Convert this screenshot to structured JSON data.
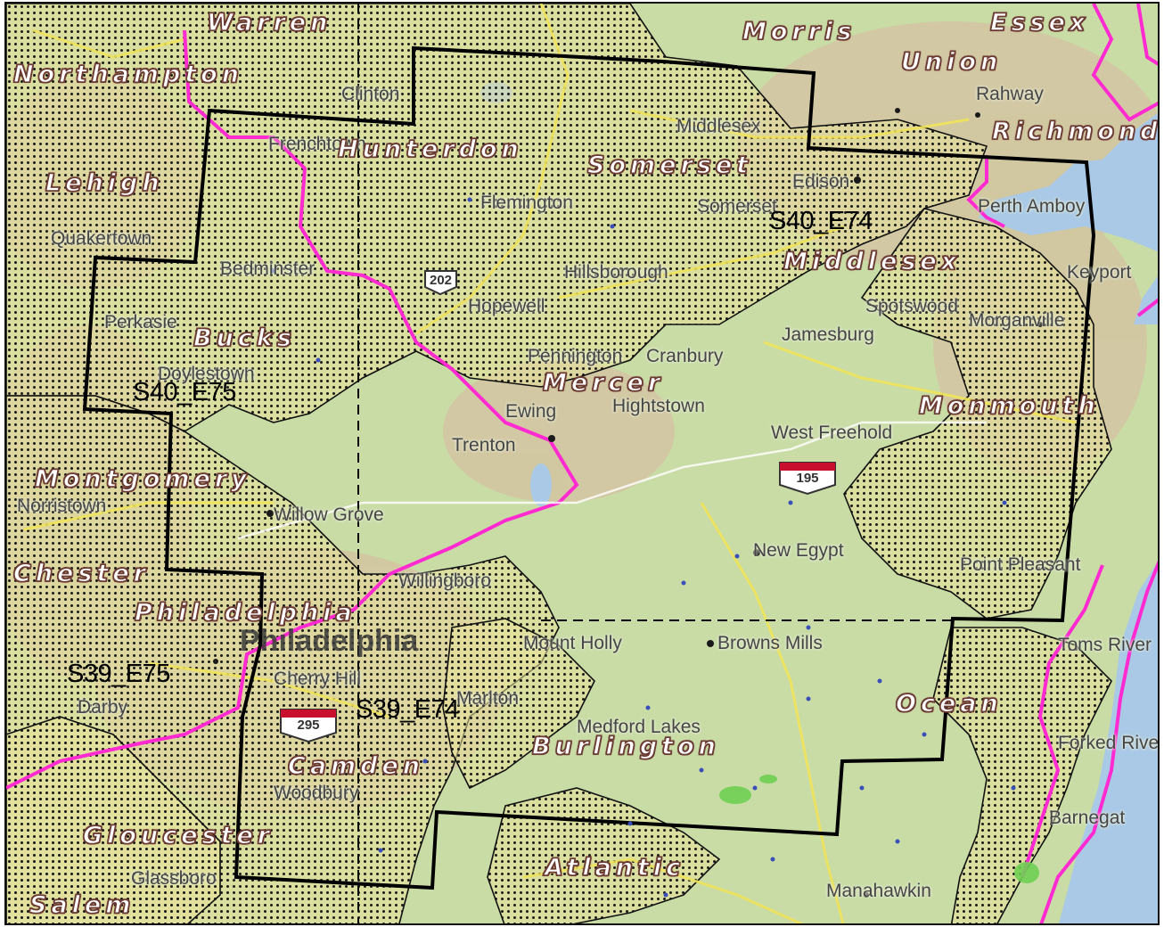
{
  "colors": {
    "land": "#c9dca6",
    "water": "#a9c9e6",
    "urban": "#d8b8a0",
    "dot_fill": "#1a1a1a",
    "county_label_fill": "#ffffff",
    "county_label_outline": "#6b3b33",
    "state_border": "#ff2bd0",
    "tile_boundary": "#000000",
    "highway": "#f0e35a"
  },
  "counties": [
    {
      "name": "Warren"
    },
    {
      "name": "Morris"
    },
    {
      "name": "Essex"
    },
    {
      "name": "Northampton"
    },
    {
      "name": "Union"
    },
    {
      "name": "Richmond"
    },
    {
      "name": "Hunterdon"
    },
    {
      "name": "Somerset"
    },
    {
      "name": "Lehigh"
    },
    {
      "name": "Middlesex"
    },
    {
      "name": "Bucks"
    },
    {
      "name": "Mercer"
    },
    {
      "name": "Monmouth"
    },
    {
      "name": "Montgomery"
    },
    {
      "name": "Chester"
    },
    {
      "name": "Philadelphia"
    },
    {
      "name": "Ocean"
    },
    {
      "name": "Burlington"
    },
    {
      "name": "Camden"
    },
    {
      "name": "Gloucester"
    },
    {
      "name": "Atlantic"
    },
    {
      "name": "Salem"
    }
  ],
  "tiles": [
    {
      "label": "S40_E74"
    },
    {
      "label": "S40_E75"
    },
    {
      "label": "S39_E75"
    },
    {
      "label": "S39_E74"
    }
  ],
  "places": [
    {
      "name": "Clinton"
    },
    {
      "name": "Frenchtown"
    },
    {
      "name": "Flemington"
    },
    {
      "name": "Bedminster"
    },
    {
      "name": "Hopewell"
    },
    {
      "name": "Pennington"
    },
    {
      "name": "Cranbury"
    },
    {
      "name": "Doylestown"
    },
    {
      "name": "Ewing"
    },
    {
      "name": "Hightstown"
    },
    {
      "name": "Trenton"
    },
    {
      "name": "West Freehold"
    },
    {
      "name": "Willow Grove"
    },
    {
      "name": "New Egypt"
    },
    {
      "name": "Willingboro"
    },
    {
      "name": "Mount Holly"
    },
    {
      "name": "Browns Mills"
    },
    {
      "name": "Perth Amboy"
    },
    {
      "name": "Edison"
    },
    {
      "name": "Rahway"
    },
    {
      "name": "Morganville"
    },
    {
      "name": "Spotswood"
    },
    {
      "name": "Jamesburg"
    },
    {
      "name": "Keyport"
    },
    {
      "name": "Point Pleasant"
    },
    {
      "name": "Toms River"
    },
    {
      "name": "Forked River"
    },
    {
      "name": "Barnegat"
    },
    {
      "name": "Manahawkin"
    },
    {
      "name": "Cherry Hill"
    },
    {
      "name": "Woodbury"
    },
    {
      "name": "Darby"
    },
    {
      "name": "Norristown"
    },
    {
      "name": "Perkasie"
    },
    {
      "name": "Quakertown"
    },
    {
      "name": "Middlesex"
    },
    {
      "name": "Hillsborough"
    },
    {
      "name": "Somerset"
    },
    {
      "name": "Marlton"
    },
    {
      "name": "Medford Lakes"
    },
    {
      "name": "Glassboro"
    }
  ],
  "city": {
    "name": "Philadelphia"
  },
  "shields": [
    "202",
    "195",
    "295"
  ]
}
